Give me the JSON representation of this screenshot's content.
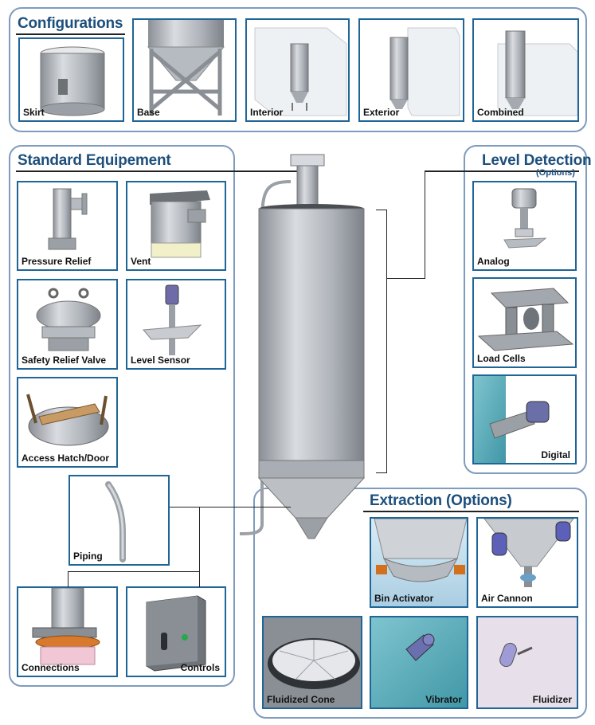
{
  "configurations": {
    "title": "Configurations",
    "items": [
      {
        "label": "Skirt",
        "icon": "skirt-icon"
      },
      {
        "label": "Base",
        "icon": "base-icon"
      },
      {
        "label": "Interior",
        "icon": "interior-icon"
      },
      {
        "label": "Exterior",
        "icon": "exterior-icon"
      },
      {
        "label": "Combined",
        "icon": "combined-icon"
      }
    ]
  },
  "standard": {
    "title": "Standard Equipement",
    "items": [
      {
        "label": "Pressure Relief",
        "icon": "pressure-relief-icon"
      },
      {
        "label": "Vent",
        "icon": "vent-icon"
      },
      {
        "label": "Safety Relief Valve",
        "icon": "safety-relief-valve-icon"
      },
      {
        "label": "Level Sensor",
        "icon": "level-sensor-icon"
      },
      {
        "label": "Access Hatch/Door",
        "icon": "access-hatch-icon"
      },
      {
        "label": "Piping",
        "icon": "piping-icon"
      },
      {
        "label": "Connections",
        "icon": "connections-icon"
      },
      {
        "label": "Controls",
        "icon": "controls-icon"
      }
    ]
  },
  "level": {
    "title": "Level Detection",
    "subtitle": "(Options)",
    "items": [
      {
        "label": "Analog",
        "icon": "analog-icon"
      },
      {
        "label": "Load Cells",
        "icon": "load-cells-icon"
      },
      {
        "label": "Digital",
        "icon": "digital-icon"
      }
    ]
  },
  "extraction": {
    "title": "Extraction (Options)",
    "items": [
      {
        "label": "Bin Activator",
        "icon": "bin-activator-icon"
      },
      {
        "label": "Air Cannon",
        "icon": "air-cannon-icon"
      },
      {
        "label": "Fluidized Cone",
        "icon": "fluidized-cone-icon"
      },
      {
        "label": "Vibrator",
        "icon": "vibrator-icon"
      },
      {
        "label": "Fluidizer",
        "icon": "fluidizer-icon"
      }
    ]
  },
  "colors": {
    "accent": "#1d4f7c",
    "tile_border": "#1f6596",
    "panel_border": "#7f9bbd"
  }
}
